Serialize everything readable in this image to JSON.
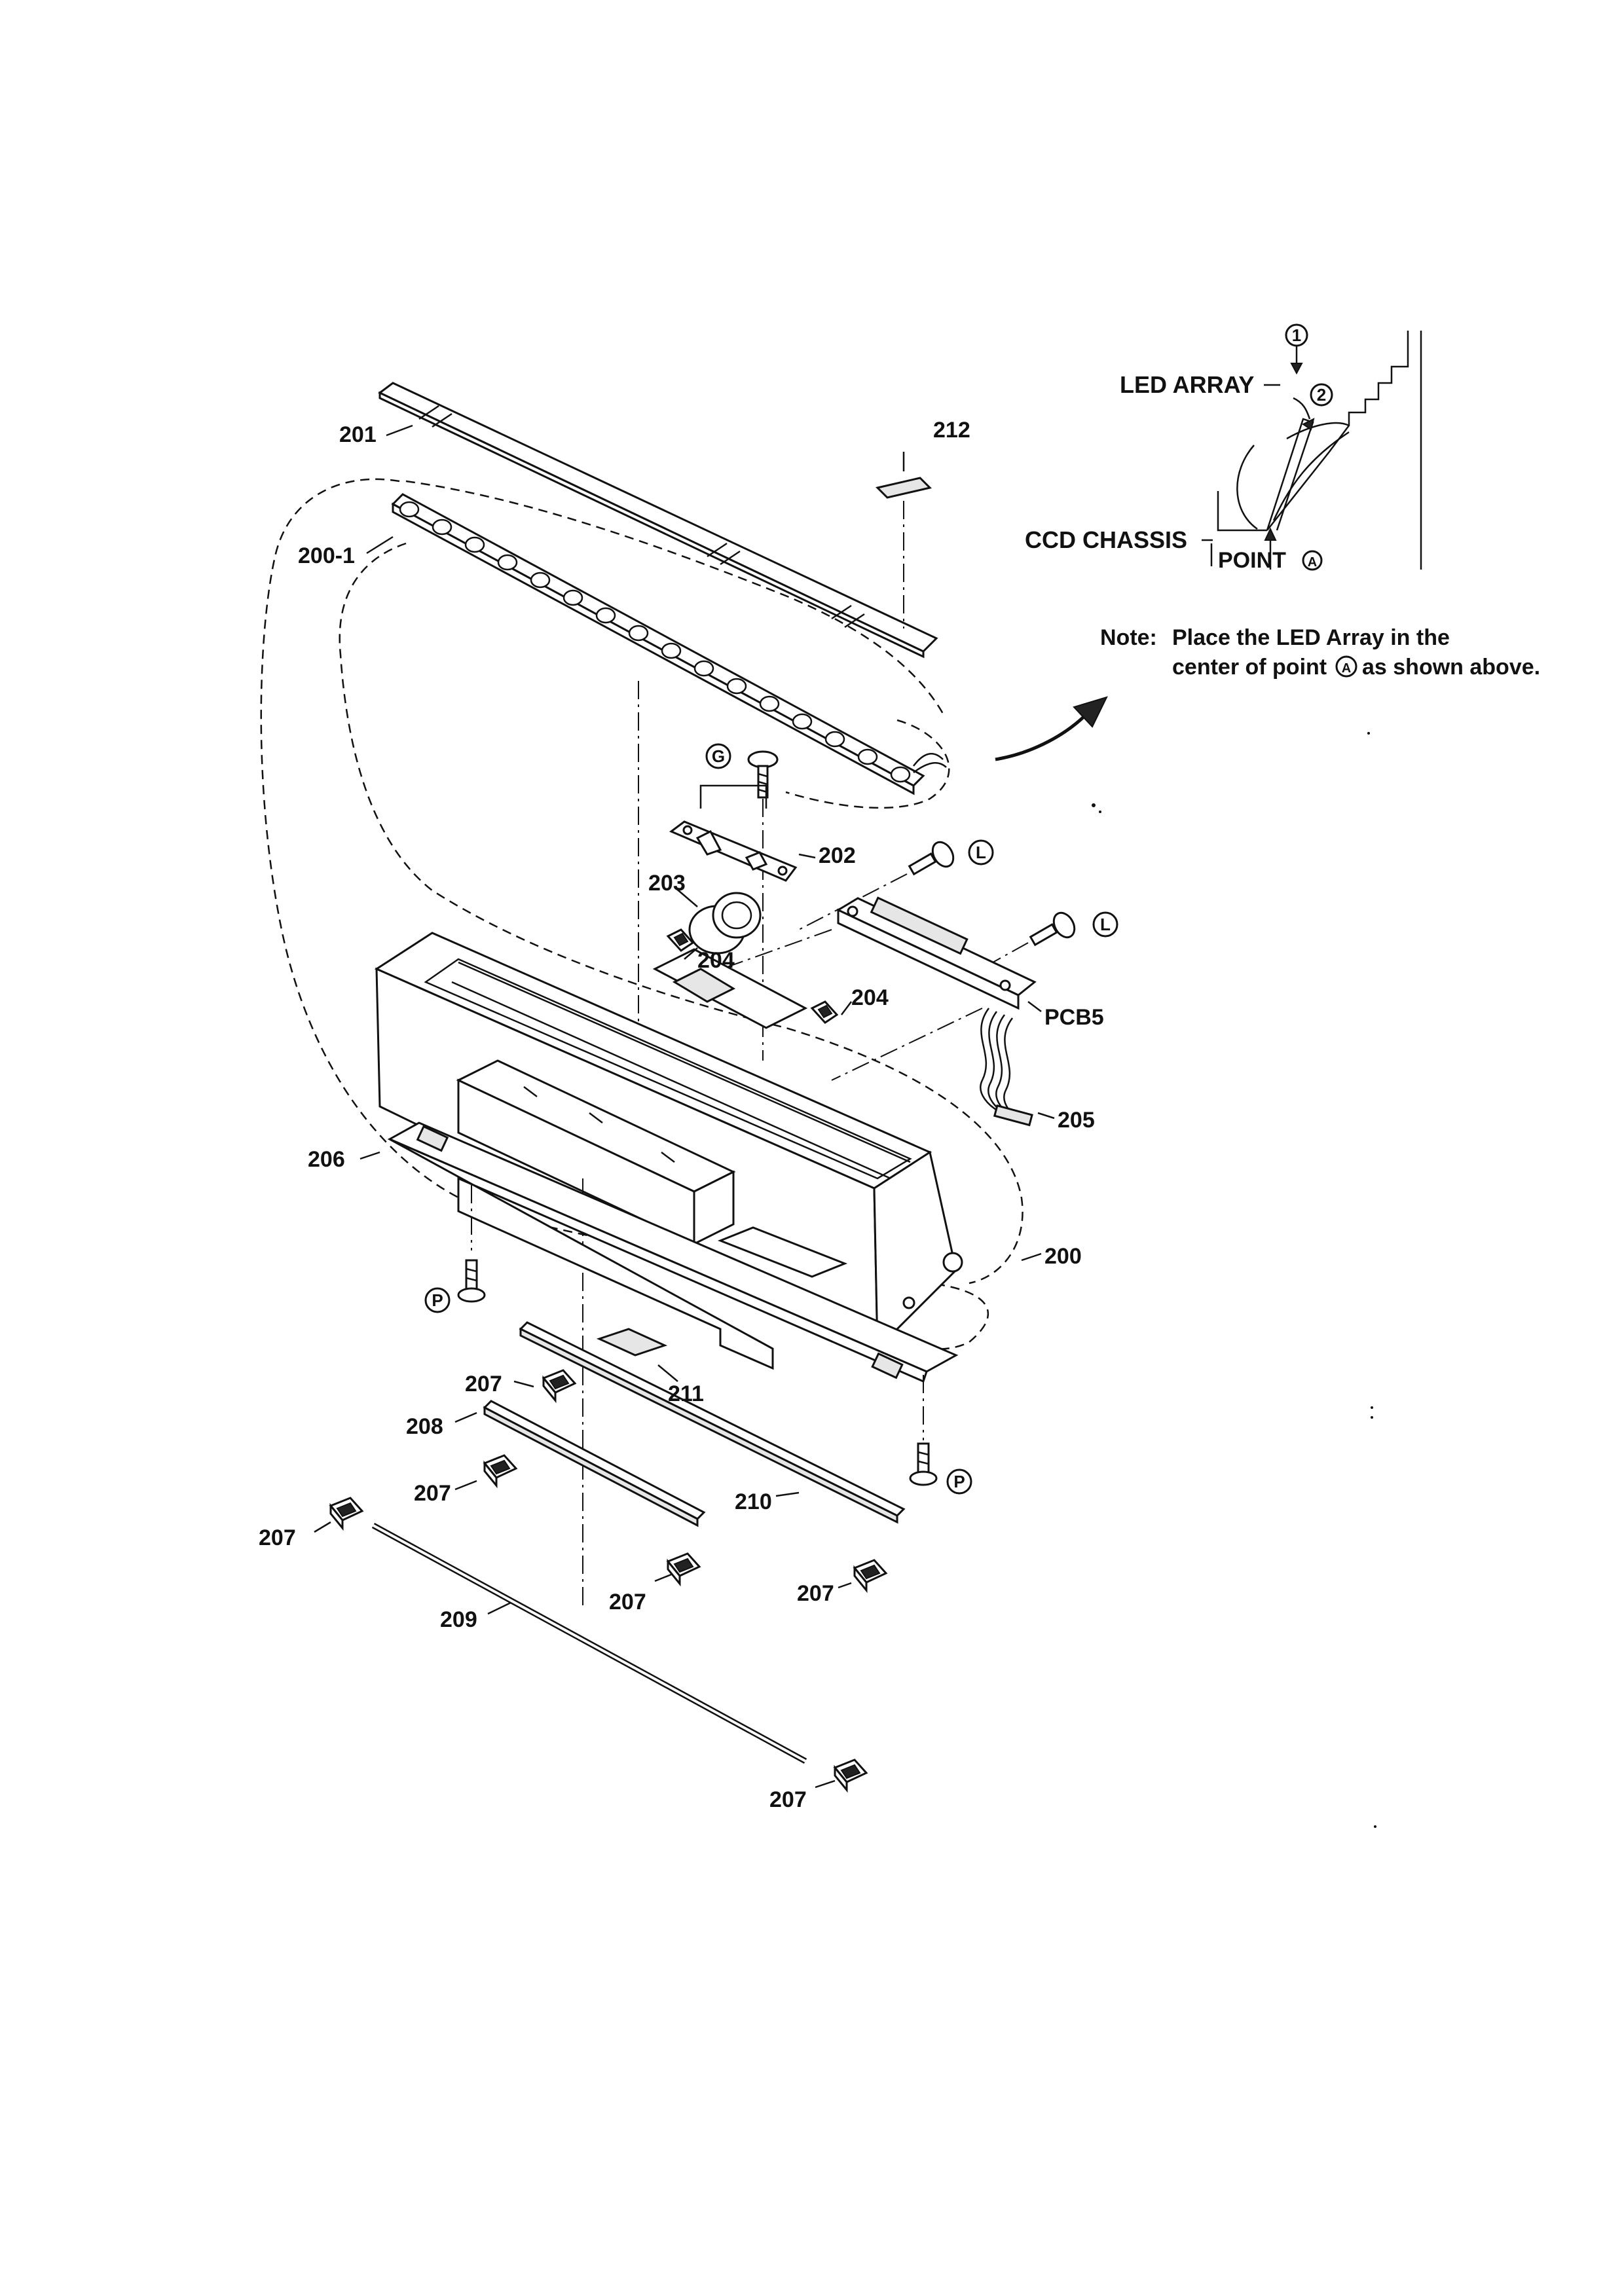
{
  "callouts": {
    "p201": "201",
    "p212": "212",
    "p200_1": "200-1",
    "p202": "202",
    "p203": "203",
    "p204a": "204",
    "p204b": "204",
    "pcb5": "PCB5",
    "p205": "205",
    "p206": "206",
    "p200": "200",
    "p211": "211",
    "p207a": "207",
    "p208": "208",
    "p207b": "207",
    "p210": "210",
    "p207c": "207",
    "p207d": "207",
    "p207e": "207",
    "p209": "209",
    "p207f": "207"
  },
  "screw_markers": {
    "g": "G",
    "l1": "L",
    "l2": "L",
    "p1": "P",
    "p2": "P"
  },
  "inset": {
    "led_array": "LED ARRAY",
    "ccd_chassis": "CCD CHASSIS",
    "point_label": "POINT",
    "point_marker": "A",
    "step1": "1",
    "step2": "2"
  },
  "note": {
    "title": "Note:",
    "line1": "Place the LED Array in the",
    "line2_pre": "center of point",
    "line2_marker": "A",
    "line2_post": "as shown above."
  }
}
